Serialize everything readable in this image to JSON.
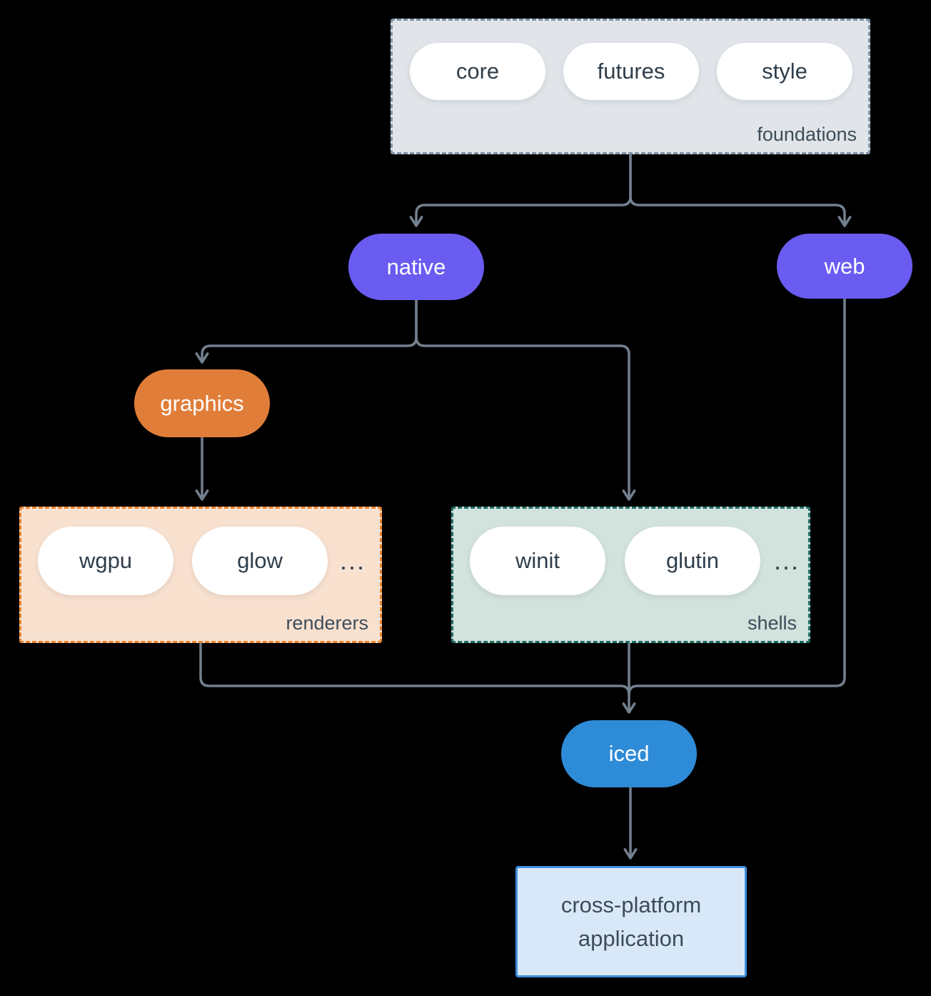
{
  "diagram": {
    "foundations": {
      "label": "foundations",
      "pills": [
        "core",
        "futures",
        "style"
      ]
    },
    "native": {
      "label": "native"
    },
    "web": {
      "label": "web"
    },
    "graphics": {
      "label": "graphics"
    },
    "renderers": {
      "label": "renderers",
      "pills": [
        "wgpu",
        "glow"
      ],
      "ellipsis": "..."
    },
    "shells": {
      "label": "shells",
      "pills": [
        "winit",
        "glutin"
      ],
      "ellipsis": "..."
    },
    "iced": {
      "label": "iced"
    },
    "application": {
      "label": "cross-platform application"
    }
  },
  "colors": {
    "background": "#000000",
    "arrow": "#73808F",
    "foundations_fill": "#E1E5E9",
    "foundations_border": "#7E92A4",
    "node_purple": "#6A5CF0",
    "node_orange": "#E07E39",
    "node_blue": "#2E8BD7",
    "renderers_fill": "#F9E1D0",
    "renderers_border": "#E9842E",
    "shells_fill": "#D2E2DC",
    "shells_border": "#1E6E62",
    "app_fill": "#D9E8F9",
    "app_border": "#3E8EDE",
    "pill_text": "#2F3E4B",
    "group_label_text": "#3D4D5A"
  }
}
